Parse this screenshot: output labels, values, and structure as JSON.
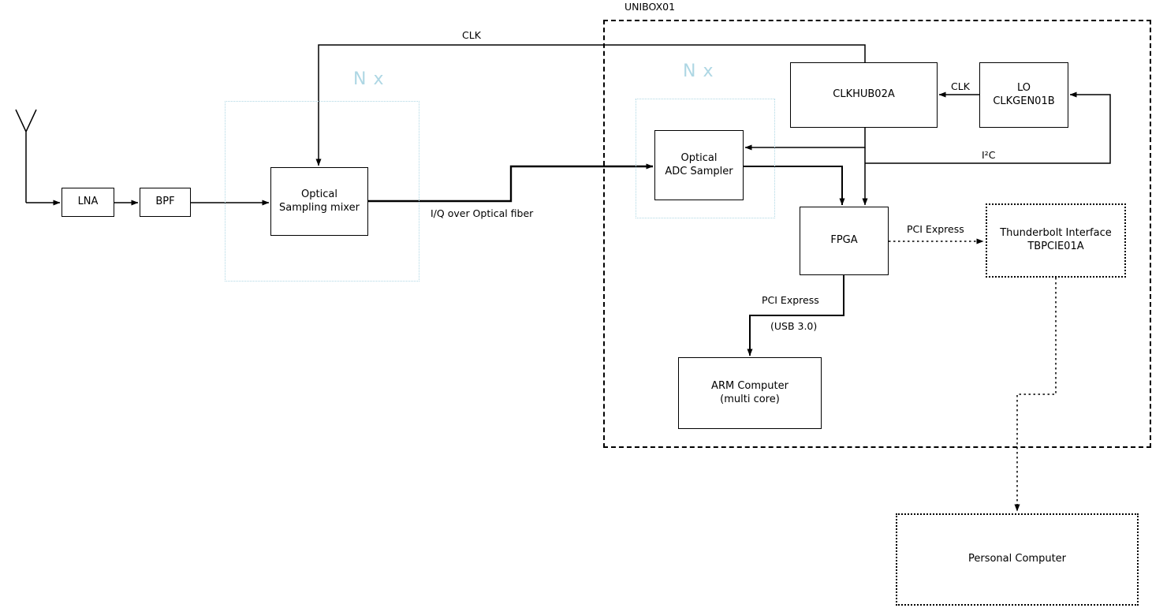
{
  "diagram": {
    "unibox_label": "UNIBOX01",
    "groups": {
      "nx_left_label": "N x",
      "nx_right_label": "N x"
    },
    "blocks": {
      "lna": "LNA",
      "bpf": "BPF",
      "optical_sampling_mixer": "Optical\nSampling mixer",
      "optical_adc_sampler": "Optical\nADC Sampler",
      "clkhub": "CLKHUB02A",
      "lo_clkgen": "LO\nCLKGEN01B",
      "fpga": "FPGA",
      "thunderbolt": "Thunderbolt Interface\nTBPCIE01A",
      "arm_computer": "ARM Computer\n(multi core)",
      "personal_computer": "Personal Computer"
    },
    "edge_labels": {
      "clk_top": "CLK",
      "clk_lo_to_hub": "CLK",
      "i2c": "I²C",
      "iq_fiber": "I/Q over Optical fiber",
      "pci_express_tb": "PCI Express",
      "pci_express_arm": "PCI Express",
      "usb": "(USB 3.0)"
    },
    "colors": {
      "line": "#000000",
      "nx_accent": "#aed7e4",
      "background": "#ffffff"
    }
  }
}
